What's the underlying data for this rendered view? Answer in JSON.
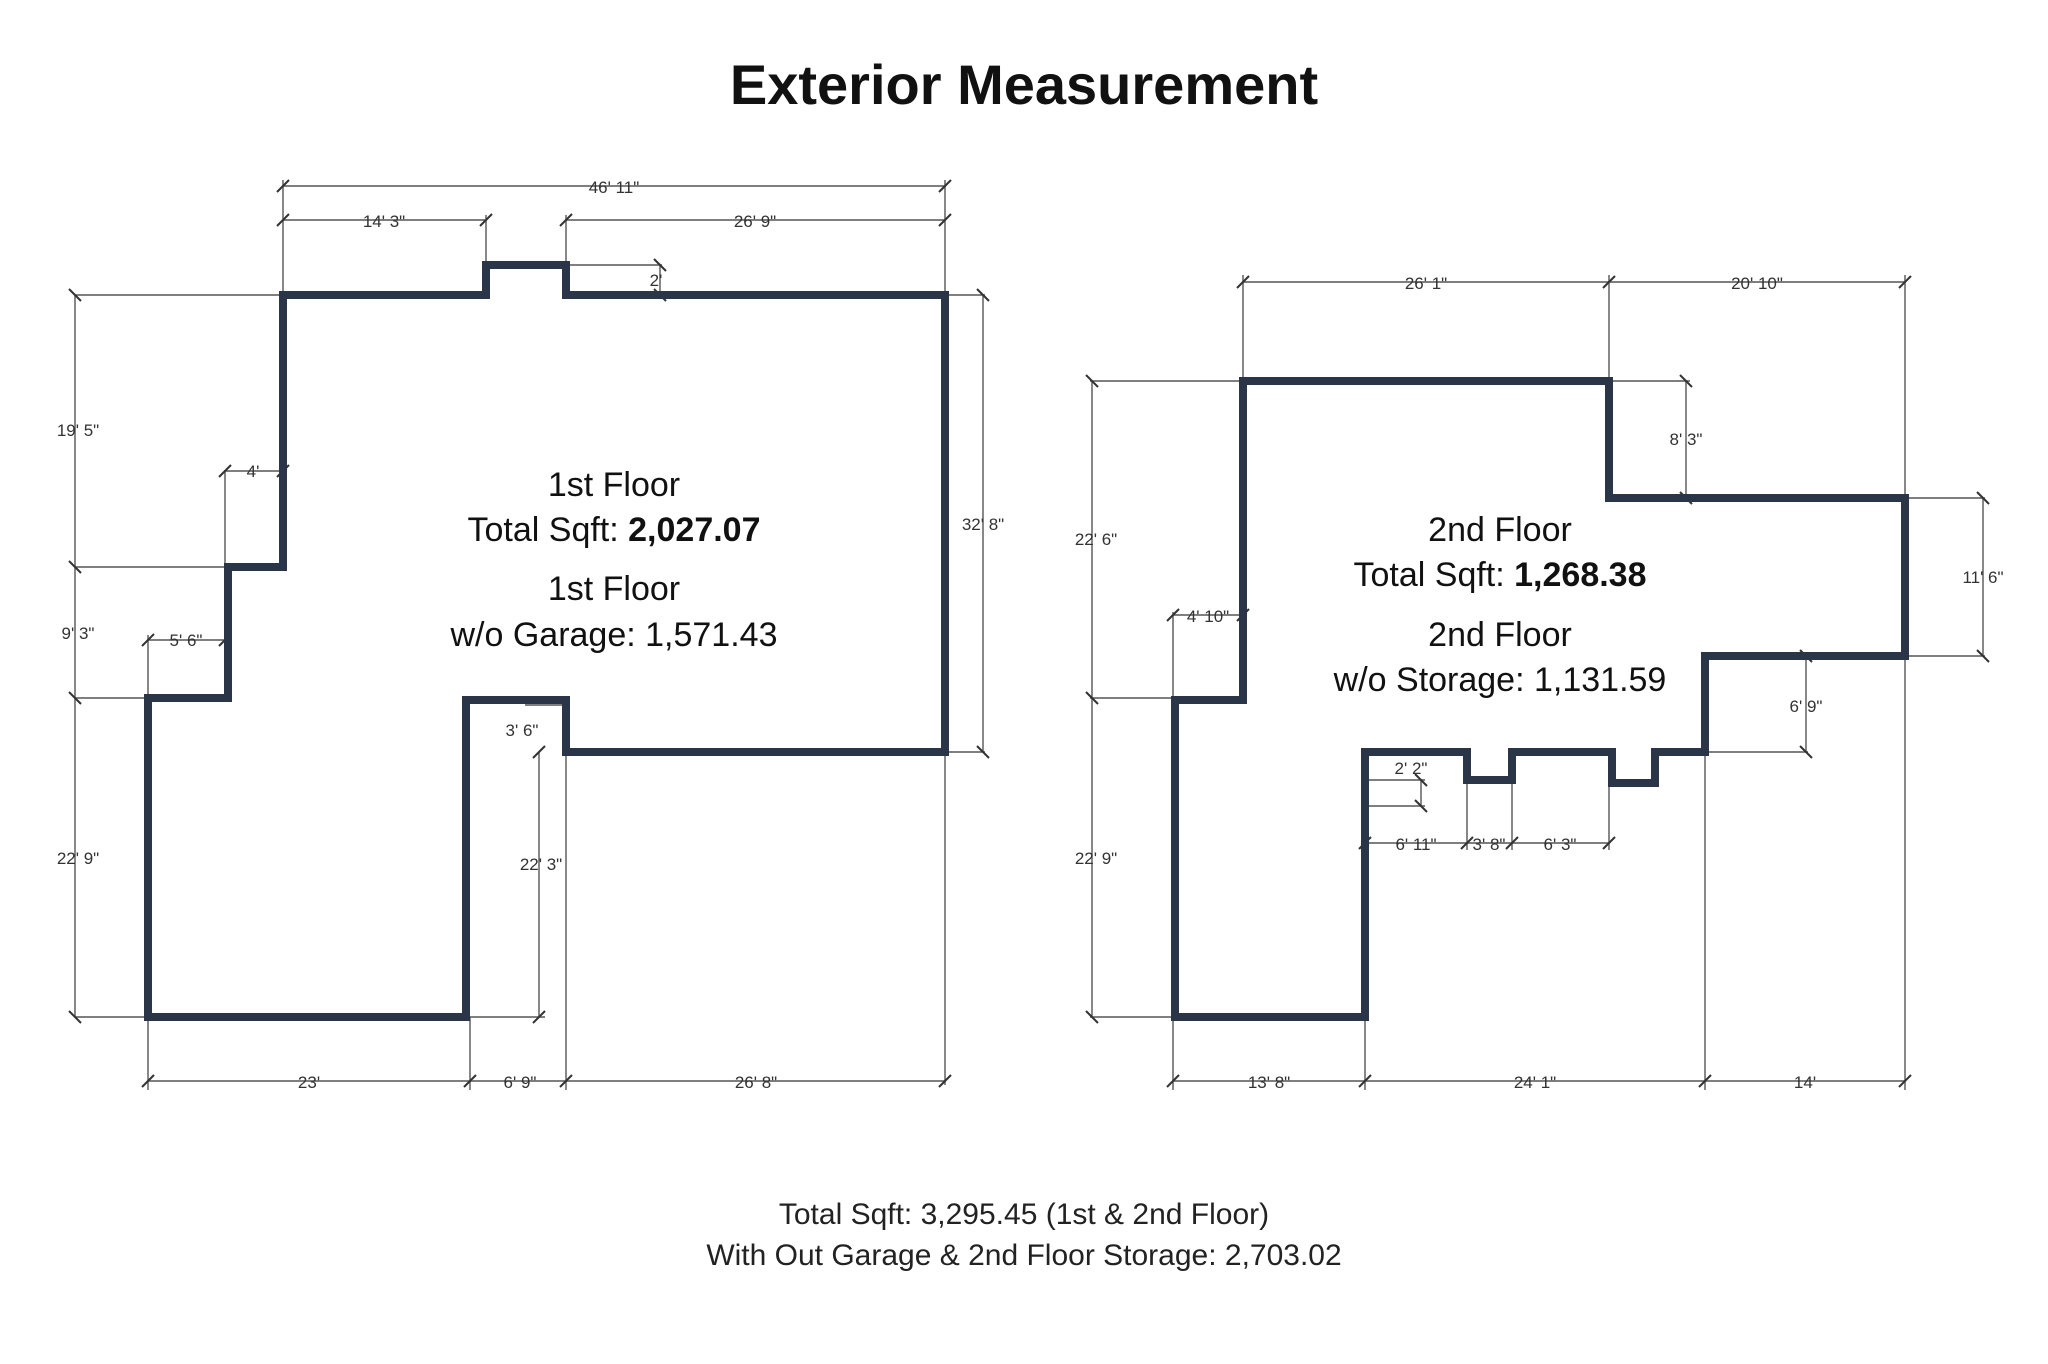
{
  "title": "Exterior Measurement",
  "first_floor": {
    "name": "1st Floor",
    "total_label": "Total Sqft: ",
    "total_value": "2,027.07",
    "name2": "1st Floor",
    "wo_label": "w/o Garage: 1,571.43",
    "dims": {
      "top_overall": "46' 11\"",
      "top_left": "14' 3\"",
      "top_right": "26' 9\"",
      "bump": "2'",
      "left_upper": "19' 5\"",
      "step_4": "4'",
      "left_mid": "9' 3\"",
      "step_5_6": "5' 6\"",
      "left_lower": "22' 9\"",
      "right_overall": "32' 8\"",
      "notch_3_6": "3' 6\"",
      "garage_depth": "22' 3\"",
      "bottom_23": "23'",
      "bottom_6_9": "6' 9\"",
      "bottom_26_8": "26' 8\""
    }
  },
  "second_floor": {
    "name": "2nd Floor",
    "total_label": "Total Sqft: ",
    "total_value": "1,268.38",
    "name2": "2nd Floor",
    "wo_label": "w/o Storage: 1,131.59",
    "dims": {
      "top_left": "26' 1\"",
      "top_right": "20' 10\"",
      "step_8_3": "8' 3\"",
      "left_upper": "22' 6\"",
      "right_11_6": "11' 6\"",
      "step_4_10": "4' 10\"",
      "step_6_9": "6' 9\"",
      "notch_2_2": "2' 2\"",
      "seg_6_11": "6' 11\"",
      "seg_3_8": "3' 8\"",
      "seg_6_3": "6' 3\"",
      "left_lower": "22' 9\"",
      "bottom_13_8": "13' 8\"",
      "bottom_24_1": "24' 1\"",
      "bottom_14": "14'"
    }
  },
  "footer": {
    "line1": "Total Sqft: 3,295.45 (1st & 2nd Floor)",
    "line2": "With Out Garage & 2nd Floor Storage: 2,703.02"
  }
}
